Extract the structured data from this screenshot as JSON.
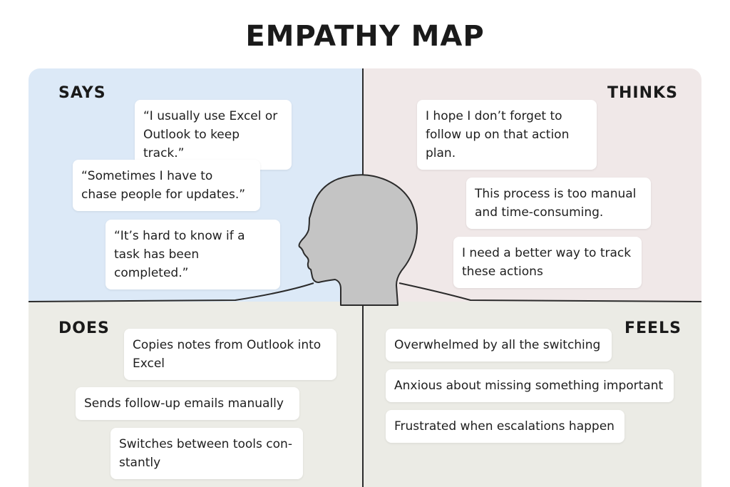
{
  "title": "EMPATHY MAP",
  "quadrants": {
    "says": {
      "label": "SAYS",
      "notes": [
        "“I usually use Excel or Outlook to keep track.”",
        "“Sometimes I have to chase people for updates.”",
        "“It’s hard to know if a task has been completed.”"
      ]
    },
    "thinks": {
      "label": "THINKS",
      "notes": [
        "I hope I don’t forget to follow up on that action plan.",
        "This process is too manual and time-consuming.",
        "I need a better way to track these actions"
      ]
    },
    "does": {
      "label": "DOES",
      "notes": [
        "Copies notes from Outlook into Excel",
        "Sends follow-up emails manually",
        "Switches between tools con-stantly"
      ]
    },
    "feels": {
      "label": "FEELS",
      "notes": [
        "Overwhelmed by all the switching",
        "Anxious about missing something important",
        "Frustrated when escalations happen"
      ]
    }
  },
  "colors": {
    "says_bg": "#dce9f7",
    "thinks_bg": "#f0e8e8",
    "does_bg": "#ececE6",
    "feels_bg": "#ebebe5",
    "head_fill": "#c4c4c4",
    "line": "#2b2b2b"
  },
  "icons": {
    "center": "head-profile-icon"
  }
}
